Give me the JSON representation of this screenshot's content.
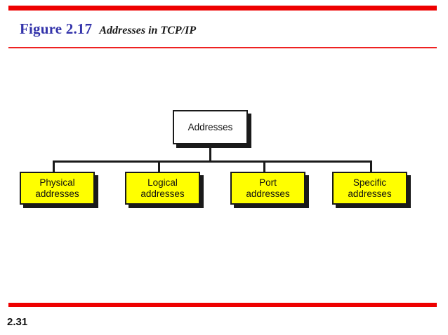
{
  "slide": {
    "figure_label": "Figure 2.17",
    "caption": "Addresses in TCP/IP",
    "slide_number": "2.31"
  },
  "colors": {
    "rule_red": "#EE0000",
    "title_blue": "#3333AA",
    "node_yellow": "#FFFF00",
    "node_white": "#FFFFFF",
    "outline_black": "#1A1A1A"
  },
  "diagram": {
    "type": "tree",
    "root": {
      "label": "Addresses",
      "fill": "#FFFFFF"
    },
    "children": [
      {
        "label": "Physical\naddresses",
        "line1": "Physical",
        "line2": "addresses",
        "fill": "#FFFF00"
      },
      {
        "label": "Logical\naddresses",
        "line1": "Logical",
        "line2": "addresses",
        "fill": "#FFFF00"
      },
      {
        "label": "Port\naddresses",
        "line1": "Port",
        "line2": "addresses",
        "fill": "#FFFF00"
      },
      {
        "label": "Specific\naddresses",
        "line1": "Specific",
        "line2": "addresses",
        "fill": "#FFFF00"
      }
    ]
  }
}
